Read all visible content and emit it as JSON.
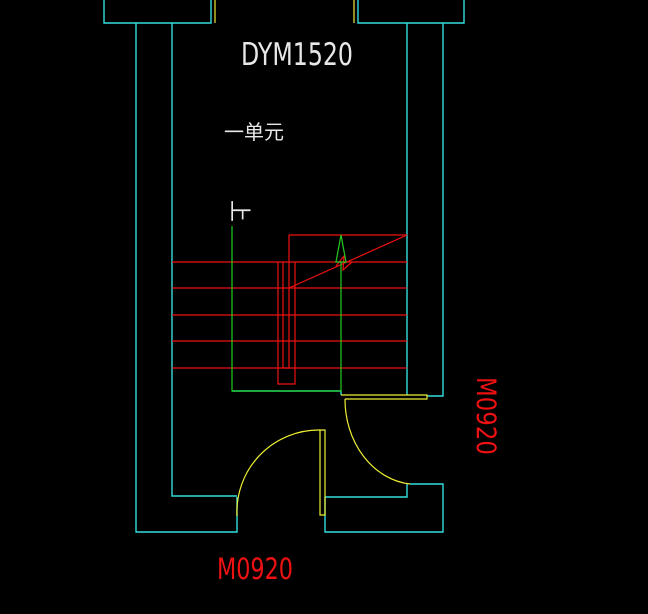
{
  "drawing": {
    "background": "#000000",
    "labels": {
      "top_door_code": "DYM1520",
      "unit_name": "一单元",
      "stair_direction": "上",
      "side_door_code": "M0920",
      "bottom_door_code": "M0920"
    },
    "colors": {
      "wall": "#33dddd",
      "stair": "#ee1111",
      "handrail": "#22cc22",
      "door": "#eeee33",
      "text_white": "#e8e8e8",
      "text_red": "#ee1111"
    }
  }
}
